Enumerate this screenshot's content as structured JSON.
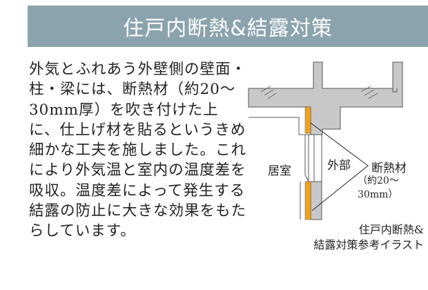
{
  "title": "住戸内断熱&結露対策",
  "body": "外気とふれあう外壁側の壁面・柱・梁には、断熱材（約20～30mm厚）を吹き付けた上に、仕上げ材を貼るというきめ細かな工夫を施しました。これにより外気温と室内の温度差を吸収。温度差によって発生する結露の防止に大きな効果をもたらしています。",
  "diagram": {
    "room_label": "居室",
    "outside_label": "外部",
    "insulation_label": "断熱材",
    "insulation_thickness": "（約20～30mm）",
    "colors": {
      "concrete": "#c8c8c8",
      "insulation": "#f0a020",
      "banner": "#8ba3ad"
    }
  },
  "caption": {
    "line1": "住戸内断熱&",
    "line2": "結露対策参考イラスト"
  }
}
